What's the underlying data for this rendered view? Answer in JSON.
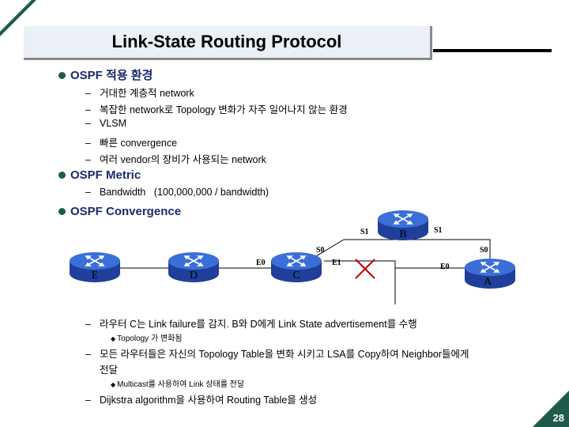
{
  "slide": {
    "title": "Link-State Routing Protocol",
    "page_number": "28"
  },
  "sections": [
    {
      "heading": "OSPF 적용 환경",
      "items": [
        "거대한 계층적 network",
        "복잡한 network로 Topology 변화가 자주 일어나지 않는 환경",
        "VLSM",
        "빠른 convergence",
        "여러 vendor의 장비가 사용되는 network"
      ]
    },
    {
      "heading": "OSPF Metric",
      "items": [
        "Bandwidth   (100,000,000 / bandwidth)"
      ]
    },
    {
      "heading": "OSPF Convergence"
    }
  ],
  "diagram": {
    "routers": {
      "A": "A",
      "B": "B",
      "C": "C",
      "D": "D",
      "E": "E"
    },
    "interfaces": {
      "b_s1_left": "S1",
      "b_s1_right": "S1",
      "s0_left": "S0",
      "s0_right": "S0",
      "c_e0": "E0",
      "c_e1": "E1",
      "a_e0": "E0"
    }
  },
  "notes": {
    "line1": "라우터 C는 Link failure를 감지. B와 D에게 Link State advertisement를 수행",
    "sub1": "Topology 가 변화됨",
    "line2a": "모든 라우터들은 자신의 Topology Table을 변화 시키고 LSA를 Copy하여 Neighbor들에게",
    "line2b": "전달",
    "sub2": "Multicast를 사용하여 Link 상태를 전달",
    "line3": "Dijkstra algorithm을 사용하여 Routing Table을 생성"
  },
  "colors": {
    "router_top": "#3b6fd8",
    "router_side": "#1f3f9a",
    "heading": "#1a2a6c",
    "failure_x": "#c00000",
    "accent": "#1f5a4a"
  }
}
